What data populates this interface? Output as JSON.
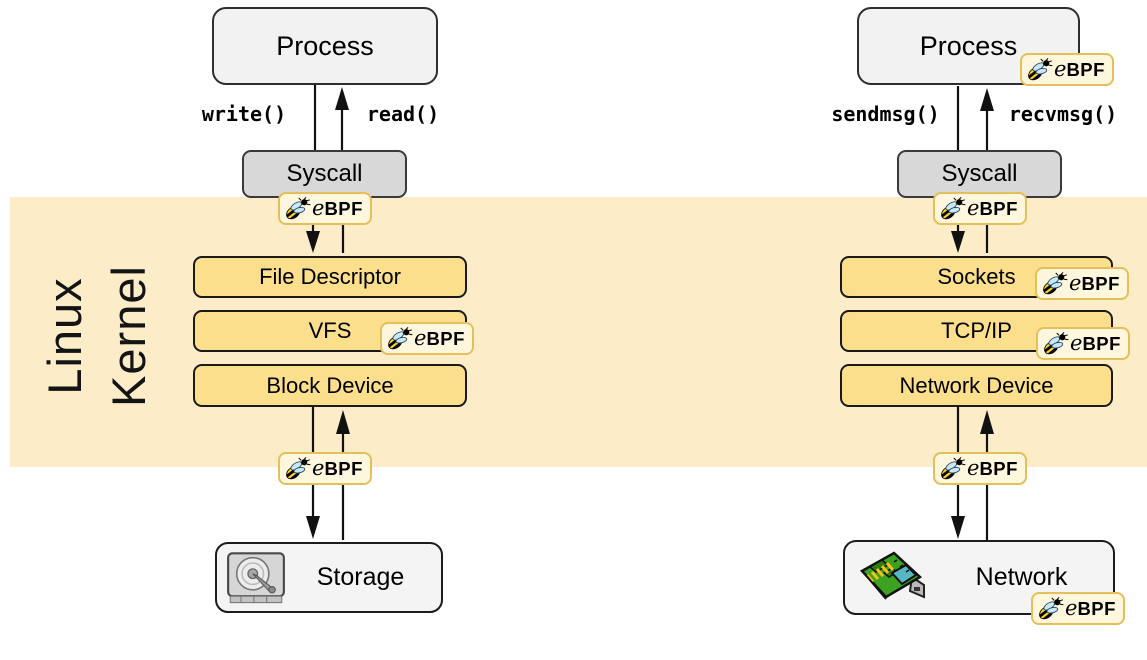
{
  "kernel": {
    "label_line1": "Linux",
    "label_line2": "Kernel"
  },
  "ebpf": {
    "e": "e",
    "bpf": "BPF"
  },
  "left": {
    "process": "Process",
    "call_down": "write()",
    "call_up": "read()",
    "syscall": "Syscall",
    "layers": [
      "File Descriptor",
      "VFS",
      "Block Device"
    ],
    "endpoint": "Storage"
  },
  "right": {
    "process": "Process",
    "call_down": "sendmsg()",
    "call_up": "recvmsg()",
    "syscall": "Syscall",
    "layers": [
      "Sockets",
      "TCP/IP",
      "Network Device"
    ],
    "endpoint": "Network"
  },
  "colors": {
    "kernel_band": "#FCEDC8",
    "layer_box": "#FBDF8D",
    "layer_border": "#1A1A1A",
    "process_box": "#F2F2F2",
    "syscall_box": "#D8D8D8",
    "endpoint_box": "#F4F4F4",
    "badge_bg": "#FEF7DD",
    "badge_border": "#E6BE5A",
    "arrow": "#111111"
  }
}
